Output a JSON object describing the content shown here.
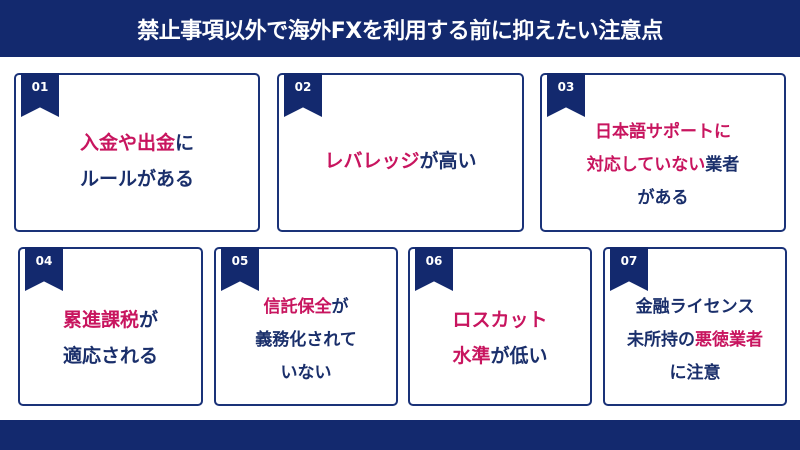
{
  "header": {
    "title": "禁止事項以外で海外FXを利用する前に抑えたい注意点"
  },
  "colors": {
    "navy": "#13296e",
    "text_navy": "#1a2f6b",
    "highlight": "#c8155f",
    "background": "#ffffff"
  },
  "cards": [
    {
      "number": "01",
      "lines": [
        [
          {
            "text": "入金や出金",
            "style": "highlight"
          },
          {
            "text": "に",
            "style": "navy"
          }
        ],
        [
          {
            "text": "ルールがある",
            "style": "navy"
          }
        ]
      ]
    },
    {
      "number": "02",
      "lines": [
        [
          {
            "text": "レバレッジ",
            "style": "highlight"
          },
          {
            "text": "が高い",
            "style": "navy"
          }
        ]
      ]
    },
    {
      "number": "03",
      "lines": [
        [
          {
            "text": "日本語サポートに",
            "style": "highlight"
          }
        ],
        [
          {
            "text": "対応していない",
            "style": "highlight"
          },
          {
            "text": "業者",
            "style": "navy"
          }
        ],
        [
          {
            "text": "がある",
            "style": "navy"
          }
        ]
      ]
    },
    {
      "number": "04",
      "lines": [
        [
          {
            "text": "累進課税",
            "style": "highlight"
          },
          {
            "text": "が",
            "style": "navy"
          }
        ],
        [
          {
            "text": "適応される",
            "style": "navy"
          }
        ]
      ]
    },
    {
      "number": "05",
      "lines": [
        [
          {
            "text": "信託保全",
            "style": "highlight"
          },
          {
            "text": "が",
            "style": "navy"
          }
        ],
        [
          {
            "text": "義務化されて",
            "style": "navy"
          }
        ],
        [
          {
            "text": "いない",
            "style": "navy"
          }
        ]
      ]
    },
    {
      "number": "06",
      "lines": [
        [
          {
            "text": "ロスカット",
            "style": "highlight"
          }
        ],
        [
          {
            "text": "水準",
            "style": "highlight"
          },
          {
            "text": "が低い",
            "style": "navy"
          }
        ]
      ]
    },
    {
      "number": "07",
      "lines": [
        [
          {
            "text": "金融ライセンス",
            "style": "navy"
          }
        ],
        [
          {
            "text": "未所持の",
            "style": "navy"
          },
          {
            "text": "悪徳業者",
            "style": "highlight"
          }
        ],
        [
          {
            "text": "に注意",
            "style": "navy"
          }
        ]
      ]
    }
  ]
}
